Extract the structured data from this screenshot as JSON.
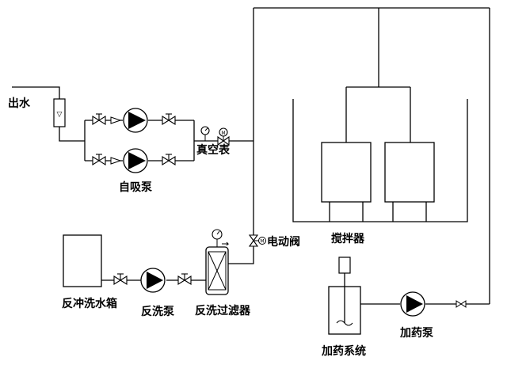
{
  "labels": {
    "outlet": "出水",
    "self_priming_pump": "自吸泵",
    "vacuum_gauge": "真空表",
    "electric_valve": "电动阀",
    "mixer": "搅拌器",
    "backwash_tank": "反冲洗水箱",
    "backwash_pump": "反洗泵",
    "backwash_filter": "反洗过滤器",
    "dosing_system": "加药系统",
    "dosing_pump": "加药泵"
  },
  "symbols": {
    "motor_valve_mark": "M",
    "flowmeter_mark": "▽"
  },
  "colors": {
    "line": "#000000",
    "background": "#ffffff"
  }
}
